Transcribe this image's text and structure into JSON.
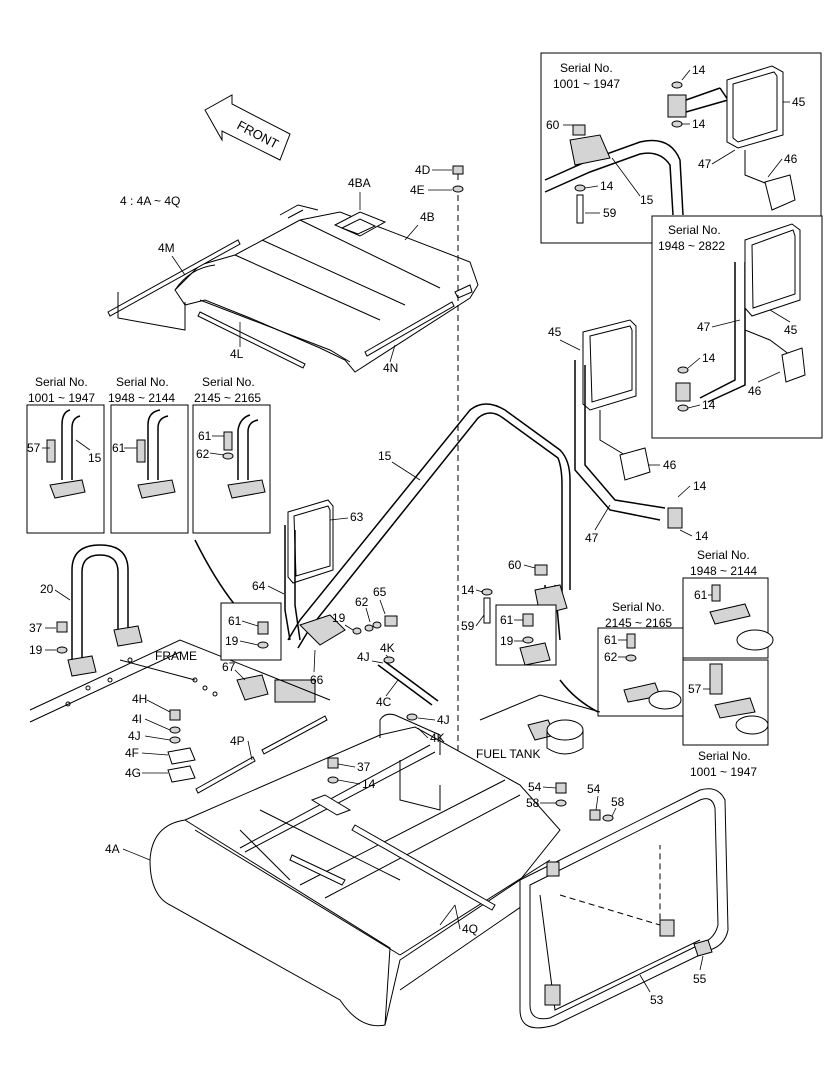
{
  "front_label": "FRONT",
  "kit_label": "4 : 4A ~ 4Q",
  "frame_label": "FRAME",
  "fuel_tank_label": "FUEL TANK",
  "serial_boxes": [
    {
      "title": "Serial No.",
      "range": "1001 ~ 1947"
    },
    {
      "title": "Serial No.",
      "range": "1948 ~ 2822"
    },
    {
      "title": "Serial No.",
      "range": "1001 ~ 1947"
    },
    {
      "title": "Serial No.",
      "range": "1948 ~ 2144"
    },
    {
      "title": "Serial No.",
      "range": "2145 ~ 2165"
    },
    {
      "title": "Serial No.",
      "range": "1948 ~ 2144"
    },
    {
      "title": "Serial No.",
      "range": "2145 ~ 2165"
    },
    {
      "title": "Serial No.",
      "range": "1001 ~ 1947"
    }
  ],
  "callouts": [
    "4D",
    "4E",
    "4BA",
    "4B",
    "4M",
    "4L",
    "4N",
    "14",
    "14",
    "60",
    "45",
    "47",
    "15",
    "46",
    "14",
    "59",
    "47",
    "45",
    "14",
    "46",
    "14",
    "45",
    "46",
    "14",
    "47",
    "14",
    "57",
    "15",
    "61",
    "62",
    "61",
    "15",
    "63",
    "64",
    "20",
    "37",
    "19",
    "61",
    "19",
    "62",
    "65",
    "19",
    "67",
    "66",
    "4K",
    "4J",
    "4C",
    "4J",
    "4K",
    "60",
    "14",
    "59",
    "61",
    "19",
    "61",
    "62",
    "61",
    "57",
    "4H",
    "4I",
    "4J",
    "4F",
    "4G",
    "4P",
    "37",
    "14",
    "4A",
    "4Q",
    "54",
    "58",
    "54",
    "58",
    "55",
    "53"
  ]
}
